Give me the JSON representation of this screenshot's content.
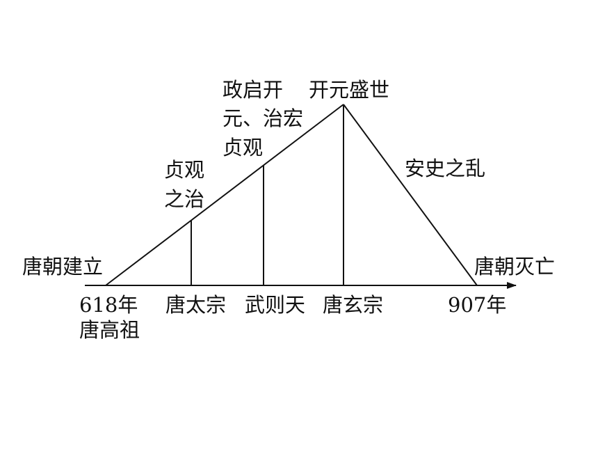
{
  "timeline": {
    "start": {
      "event": "唐朝建立",
      "year": "618年",
      "emperor": "唐高祖"
    },
    "end": {
      "event": "唐朝灭亡",
      "year": "907年"
    },
    "milestones": [
      {
        "emperor": "唐太宗",
        "event_lines": [
          "贞观",
          "之治"
        ]
      },
      {
        "emperor": "武则天",
        "event_lines": [
          "政启开",
          "元、治宏",
          "贞观"
        ]
      },
      {
        "emperor": "唐玄宗",
        "event_lines": [
          "开元盛世"
        ]
      }
    ],
    "decline_label": "安史之乱"
  },
  "colors": {
    "line": "#111111",
    "text": "#111111",
    "background": "#ffffff"
  }
}
